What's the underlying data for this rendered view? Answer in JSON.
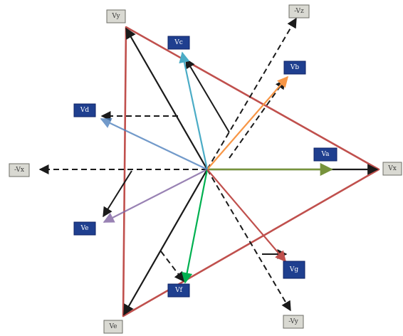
{
  "labels": {
    "top_vertex": "Vy",
    "right_vertex": "Vx",
    "bottom_vertex": "Ve",
    "neg_z": "-Vz",
    "neg_x": "-Vx",
    "neg_y": "-Vy",
    "vector_c": "Vc",
    "vector_b": "Vb",
    "vector_a": "Va",
    "vector_d": "Vd",
    "vector_e": "Ve",
    "vector_f": "Vf",
    "vector_g": "Vg"
  },
  "colors": {
    "triangle": "#c0504d",
    "primary_vectors": "#1a1a1a",
    "dashed_vectors": "#1a1a1a",
    "vector_a": "#77933c",
    "vector_b": "#f79646",
    "vector_c": "#4bacc6",
    "vector_d": "#4f81bd",
    "vector_e": "#8064a2",
    "vector_f": "#00b050",
    "vector_g": "#c0504d",
    "label_box_gray": "#d9d9d2",
    "label_box_blue": "#1f3f8f"
  }
}
